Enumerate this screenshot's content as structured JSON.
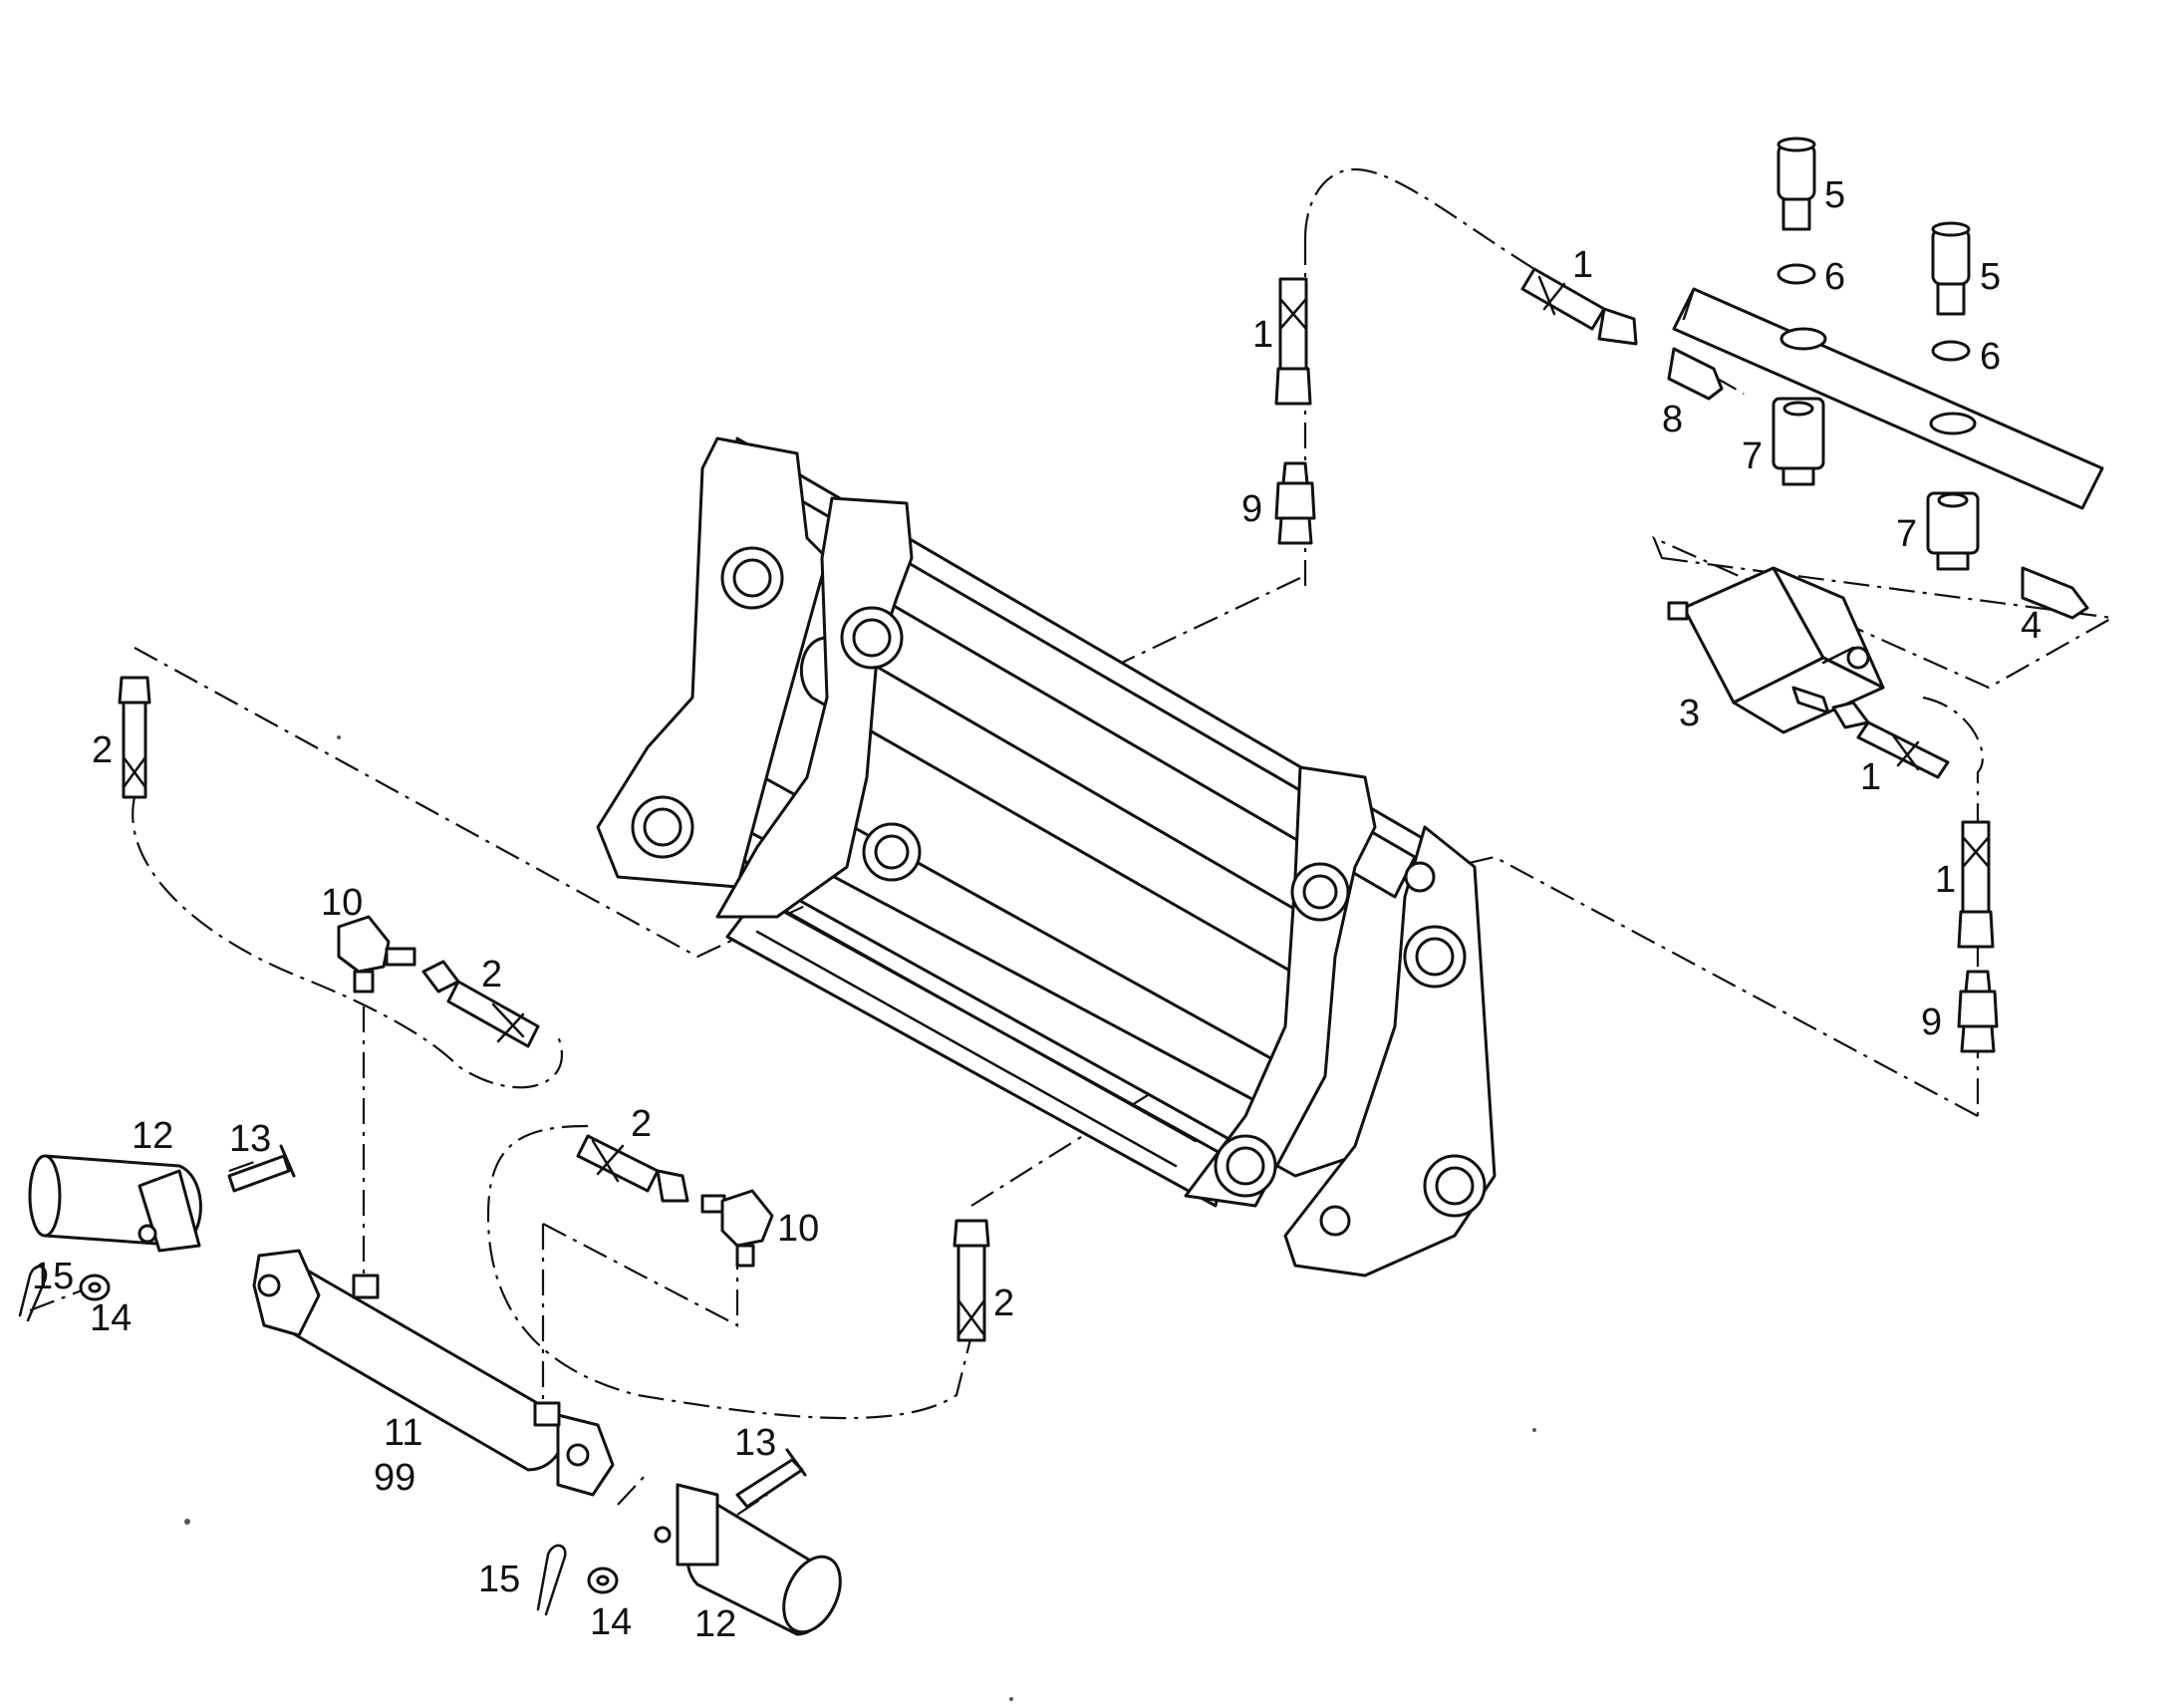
{
  "callouts": {
    "c1": "1",
    "c1b": "1",
    "c1c": "1",
    "c1d": "1",
    "c2": "2",
    "c2b": "2",
    "c2c": "2",
    "c2d": "2",
    "c3": "3",
    "c4": "4",
    "c5": "5",
    "c5b": "5",
    "c6": "6",
    "c6b": "6",
    "c7": "7",
    "c7b": "7",
    "c8": "8",
    "c9": "9",
    "c9b": "9",
    "c10": "10",
    "c10b": "10",
    "c11": "11",
    "c99": "99",
    "c12": "12",
    "c12b": "12",
    "c13": "13",
    "c13b": "13",
    "c14": "14",
    "c14b": "14",
    "c15": "15",
    "c15b": "15"
  }
}
